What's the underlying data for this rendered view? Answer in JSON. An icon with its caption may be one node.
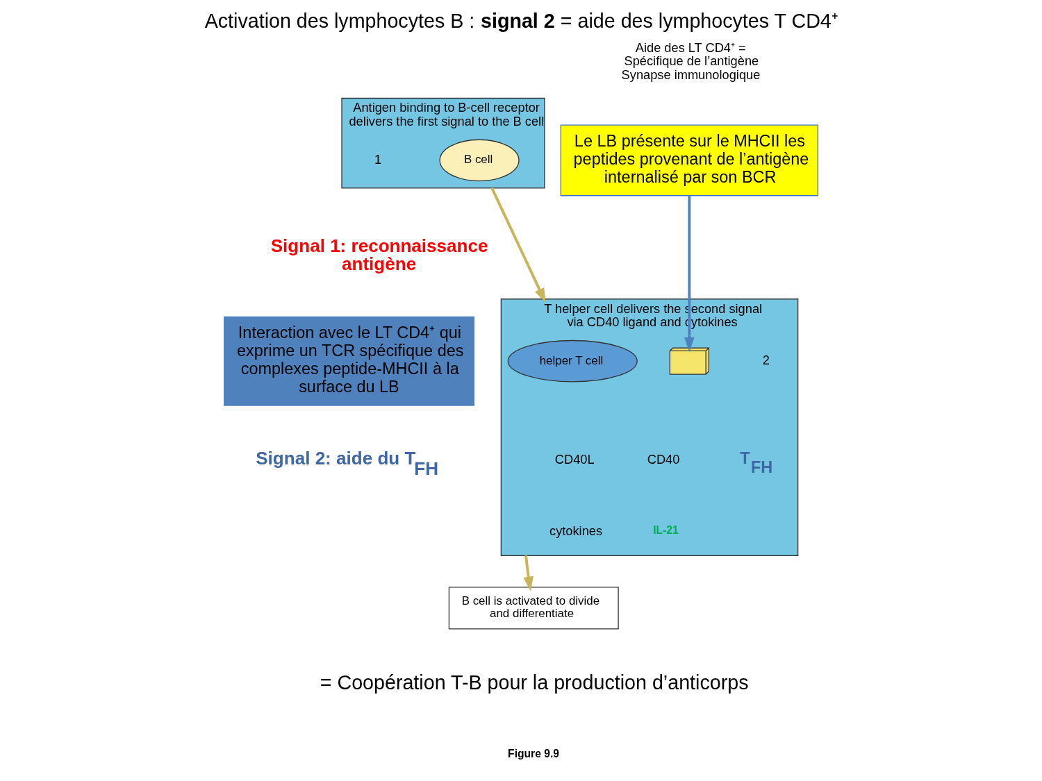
{
  "diagram": {
    "title": "Activation des lymphocytes B : **signal 2** = aide des lymphocytes T CD4⁺",
    "caption": "= Coopération T-B pour la production d’anticorps",
    "nodes": [
      {
        "text": [
          "Antigen binding to B-cell receptor delivers the first signal to the B cell"
        ]
      },
      {
        "text": [
          "B cell"
        ],
        "in": 0
      },
      {
        "text": [
          "T helper cell delivers the second signal via CD40 ligand and cytokines"
        ]
      },
      {
        "text": [
          "helper T cell"
        ],
        "in": 2
      },
      {
        "text": [],
        "shape": "picture",
        "in": 2
      },
      {
        "text": [
          "B cell is activated to divide and differentiate"
        ]
      },
      {
        "text": [
          "Le LB présente sur le MHCII les peptides provenant de l’antigène internalisé par son BCR"
        ]
      },
      {
        "text": [
          "Interaction avec le LT CD4⁺ qui exprime un TCR spécifique des complexes peptide-MHCII à la surface du LB"
        ]
      }
    ],
    "edges": [
      {
        "from": 0,
        "to": 2,
        "arrow": "to"
      },
      {
        "from": 2,
        "to": 5,
        "arrow": "to"
      },
      {
        "from": 6,
        "to": 4,
        "arrow": "to",
        "color": "#4f81bd"
      }
    ],
    "labels": [
      "1",
      "Signal 1: reconnaissance antigène",
      "Aide des LT CD4⁺ = Spécifique de l’antigène Synapse immunologique",
      "CD40L",
      "CD40",
      "T$_{FH}$",
      "2",
      "cytokines",
      "IL-21",
      "Signal 2: aide du T$_{FH}$",
      "Figure 9.9"
    ]
  }
}
